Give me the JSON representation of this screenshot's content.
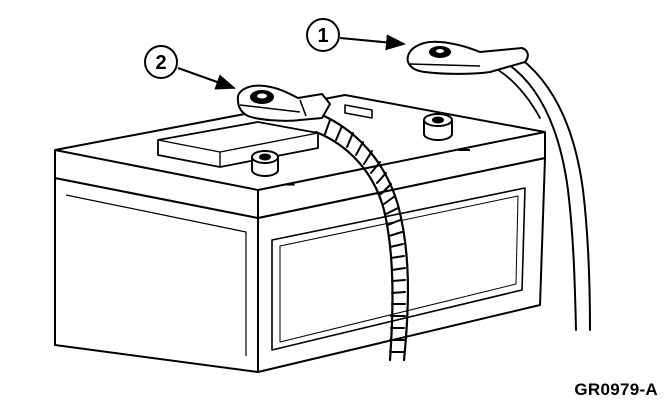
{
  "figure": {
    "code": "GR0979-A"
  },
  "callouts": [
    {
      "number": "1"
    },
    {
      "number": "2"
    }
  ],
  "polarity": {
    "negative_symbol": "−"
  },
  "colors": {
    "line": "#000000",
    "background": "#ffffff"
  }
}
